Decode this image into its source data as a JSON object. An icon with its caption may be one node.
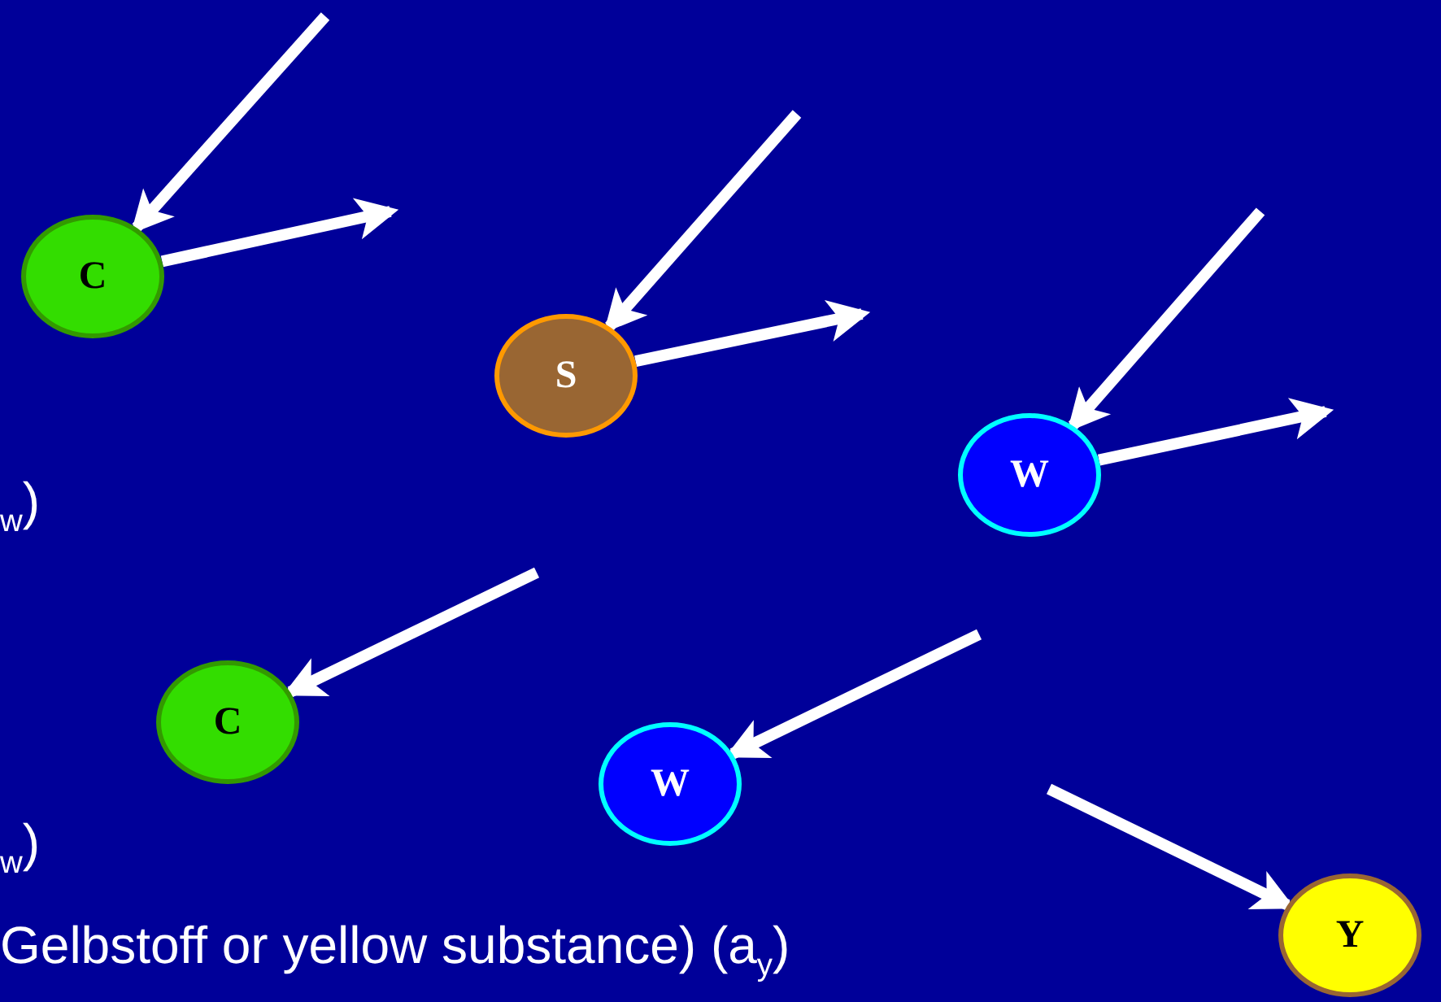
{
  "diagram": {
    "nodes": [
      {
        "text": [
          "C"
        ]
      },
      {
        "text": [
          "S"
        ]
      },
      {
        "text": [
          "W"
        ]
      },
      {
        "text": [
          "C"
        ]
      },
      {
        "text": [
          "W"
        ]
      },
      {
        "text": [
          "Y"
        ]
      }
    ],
    "edges": [
      {
        "from": null,
        "to": 0,
        "arrow": "to"
      },
      {
        "from": 0,
        "to": null,
        "arrow": "to"
      },
      {
        "from": null,
        "to": 1,
        "arrow": "to"
      },
      {
        "from": 1,
        "to": null,
        "arrow": "to"
      },
      {
        "from": null,
        "to": 2,
        "arrow": "to"
      },
      {
        "from": 2,
        "to": null,
        "arrow": "to"
      },
      {
        "from": null,
        "to": 3,
        "arrow": "to"
      },
      {
        "from": null,
        "to": 4,
        "arrow": "to"
      },
      {
        "from": null,
        "to": 5,
        "arrow": "to"
      }
    ],
    "labels": [
      "$_{w}$)",
      "$_{w}$)",
      "Gelbstoff or yellow substance) (a$_{y}$)"
    ]
  }
}
